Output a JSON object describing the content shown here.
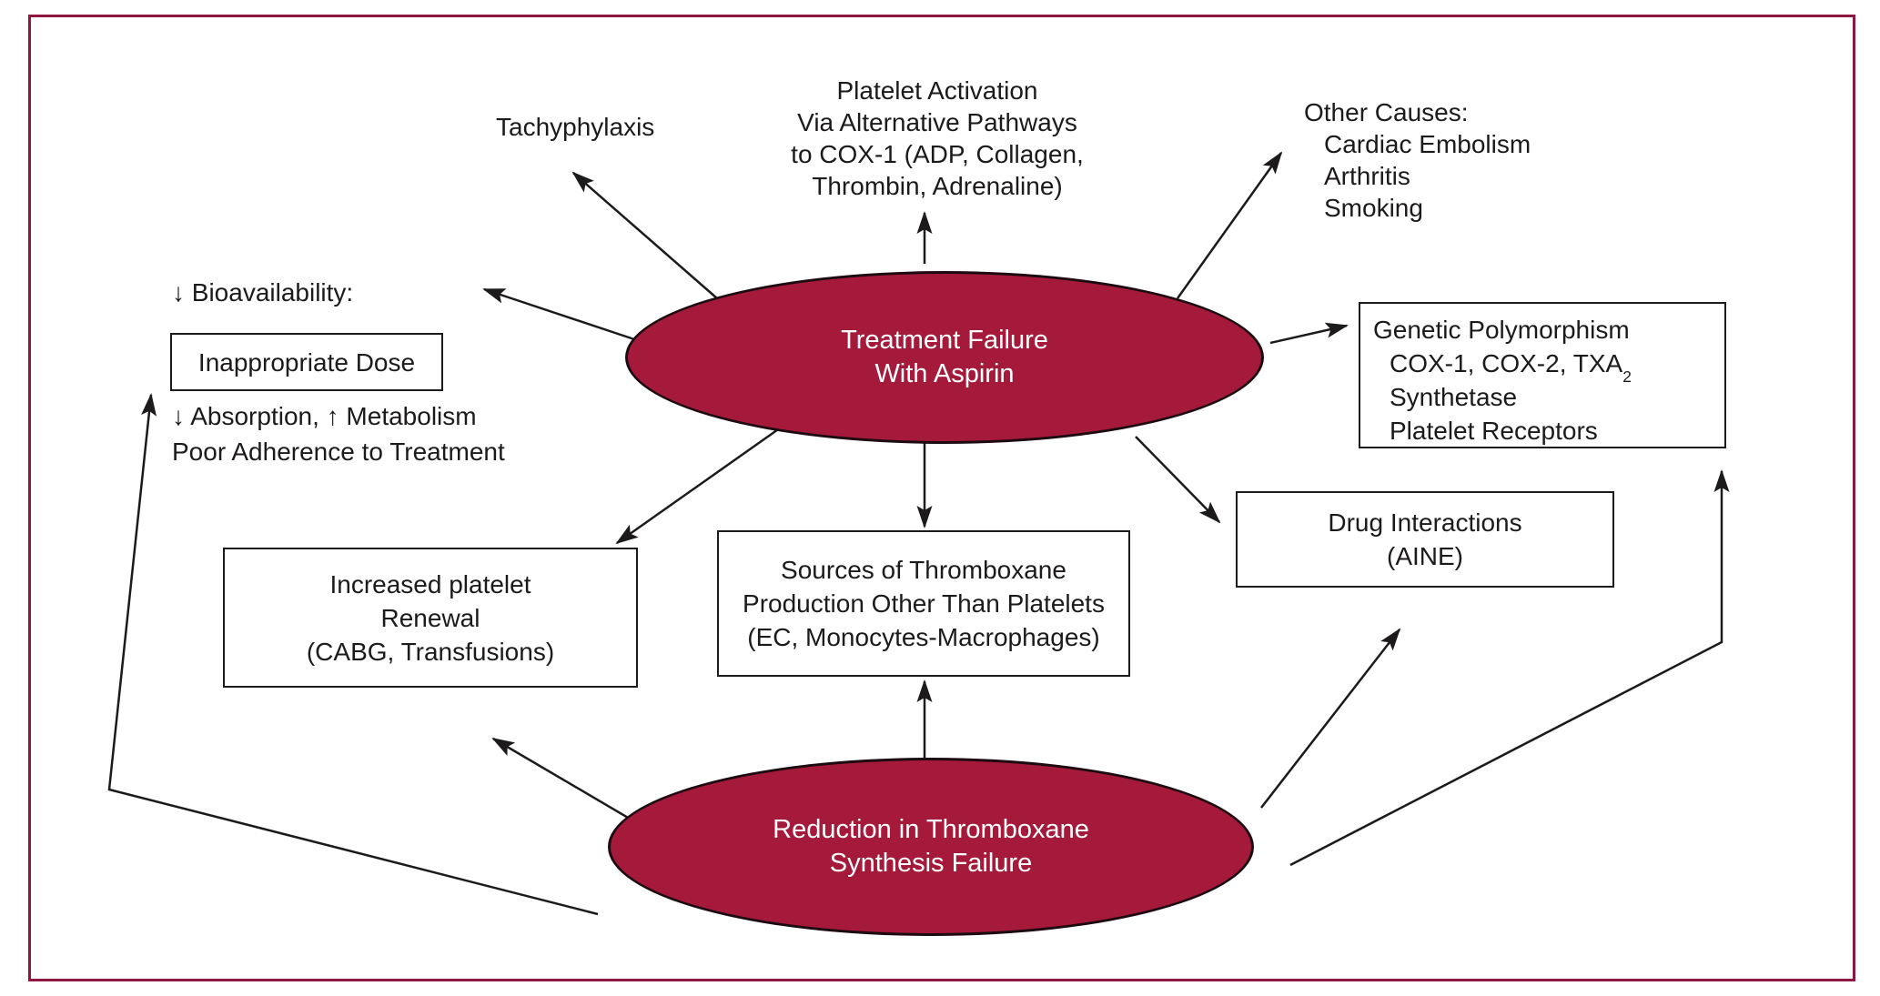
{
  "figure": {
    "border_color": "#8e163f",
    "background": "#ffffff",
    "ellipse_fill": "#a5193a",
    "ellipse_text_color": "#ffffff",
    "text_color": "#1c1a1b",
    "arrow_color": "#1c1a1b"
  },
  "nodes": {
    "treatment_failure": {
      "lines": [
        "Treatment Failure",
        "With Aspirin"
      ]
    },
    "reduction": {
      "lines": [
        "Reduction in Thromboxane",
        "Synthesis Failure"
      ]
    },
    "platelet_activation": {
      "lines": [
        "Platelet Activation",
        "Via Alternative Pathways",
        "to COX-1 (ADP, Collagen,",
        "Thrombin, Adrenaline)"
      ]
    },
    "tachyphylaxis": {
      "label": "Tachyphylaxis"
    },
    "other_causes": {
      "lines": [
        "Other Causes:",
        "Cardiac Embolism",
        "Arthritis",
        "Smoking"
      ]
    },
    "bioavailability": {
      "label": "↓ Bioavailability:"
    },
    "inappropriate_dose": {
      "label": "Inappropriate Dose"
    },
    "absorption": {
      "lines": [
        "↓ Absorption, ↑ Metabolism",
        "Poor Adherence to Treatment"
      ]
    },
    "increased_platelet": {
      "lines": [
        "Increased platelet",
        "Renewal",
        "(CABG, Transfusions)"
      ]
    },
    "sources_thromboxane": {
      "lines": [
        "Sources of Thromboxane",
        "Production Other Than Platelets",
        "(EC, Monocytes-Macrophages)"
      ]
    },
    "drug_interactions": {
      "lines": [
        "Drug Interactions",
        "(AINE)"
      ]
    },
    "genetic_polymorphism": {
      "line1": "Genetic Polymorphism",
      "line2_pre": "COX-1, COX-2, TXA",
      "line2_sub": "2",
      "line2_post": " Synthetase",
      "line3": "Platelet Receptors"
    }
  }
}
